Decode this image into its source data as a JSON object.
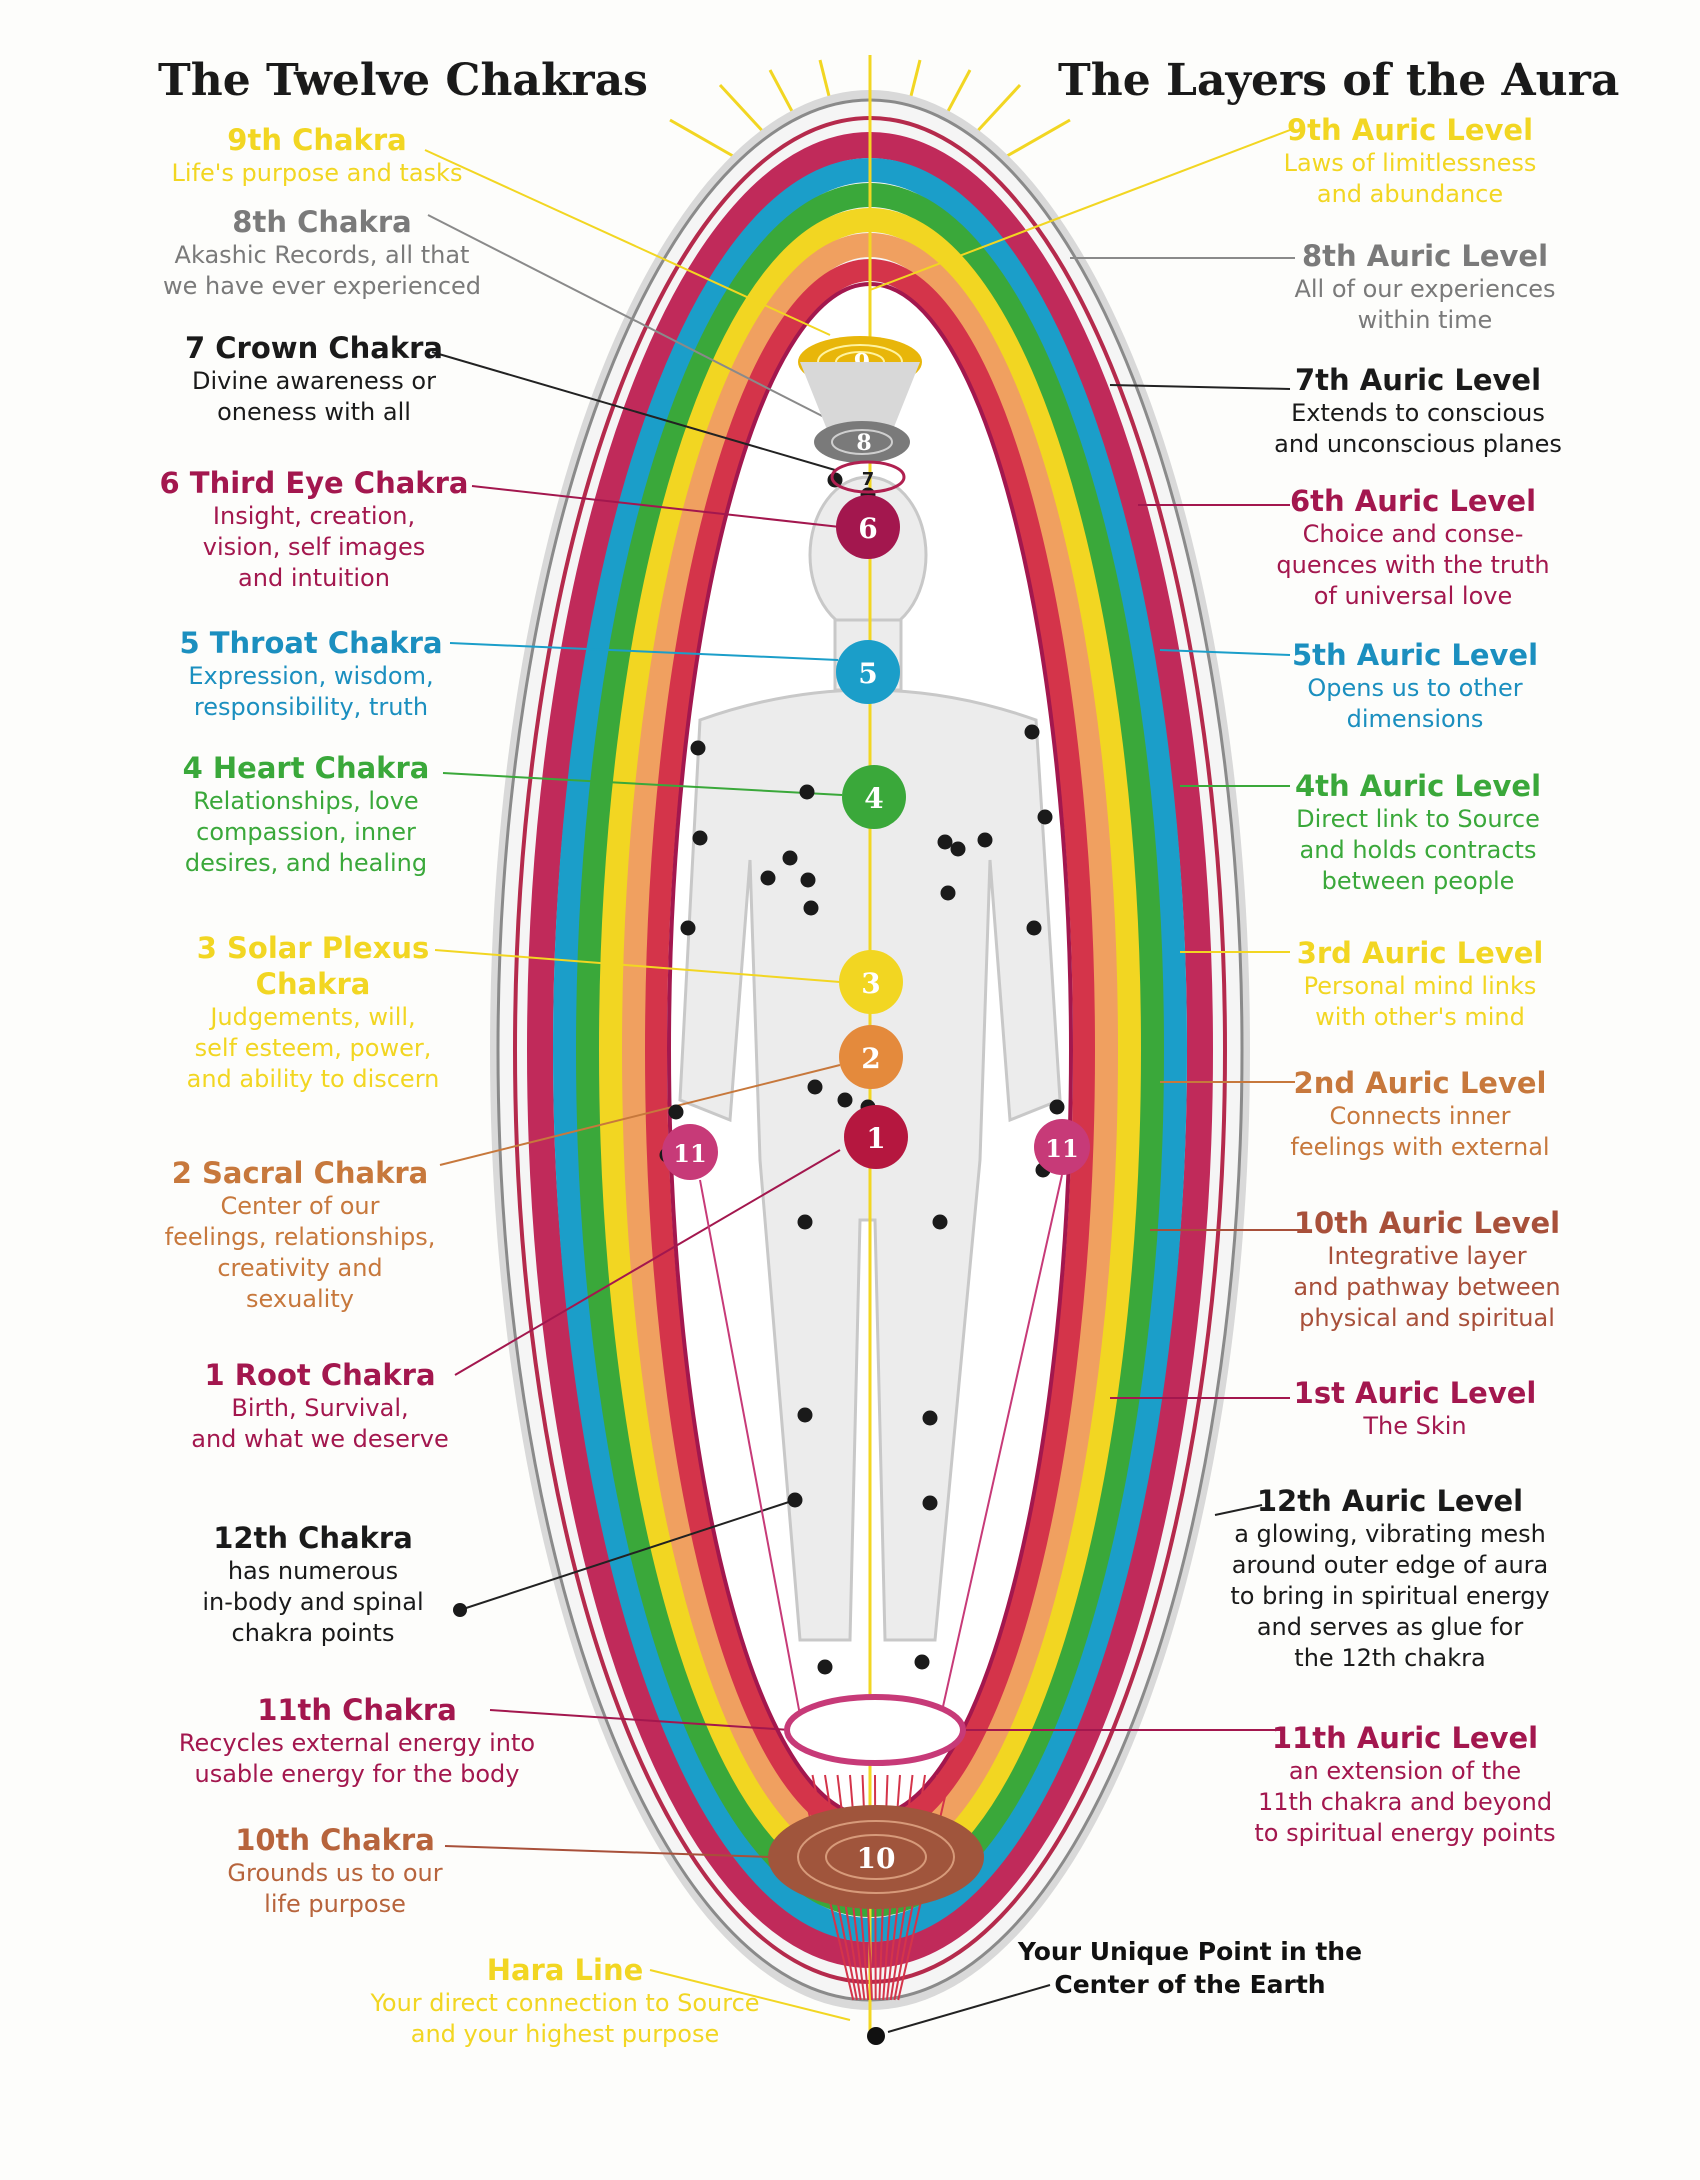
{
  "titles": {
    "left": "The Twelve Chakras",
    "right": "The Layers of the Aura"
  },
  "colors": {
    "yellow": "#f2d622",
    "gray": "#8a8a8a",
    "black": "#222222",
    "magenta": "#a3174e",
    "blue": "#1b9ec9",
    "green": "#3aa83a",
    "orange": "#e48a3c",
    "tan": "#c7783c",
    "brown": "#a8503a",
    "pink": "#c73a78",
    "red": "#d4344a"
  },
  "chakras": [
    {
      "heading": "9th Chakra",
      "lines": [
        "Life's purpose and tasks"
      ],
      "color": "#f2d622"
    },
    {
      "heading": "8th Chakra",
      "lines": [
        "Akashic Records, all that",
        "we have ever experienced"
      ],
      "color": "#7a7a7a"
    },
    {
      "heading": "7 Crown Chakra",
      "lines": [
        "Divine awareness or",
        "oneness with all"
      ],
      "color": "#1a1a1a"
    },
    {
      "heading": "6 Third Eye Chakra",
      "lines": [
        "Insight, creation,",
        "vision, self images",
        "and intuition"
      ],
      "color": "#a3174e"
    },
    {
      "heading": "5 Throat Chakra",
      "lines": [
        "Expression, wisdom,",
        "responsibility, truth"
      ],
      "color": "#1b8fbf"
    },
    {
      "heading": "4 Heart Chakra",
      "lines": [
        "Relationships, love",
        "compassion, inner",
        "desires, and healing"
      ],
      "color": "#3aa83a"
    },
    {
      "heading": "3 Solar Plexus Chakra",
      "lines": [
        "Judgements, will,",
        "self esteem, power,",
        "and ability to discern"
      ],
      "color": "#f2d622"
    },
    {
      "heading": "2 Sacral Chakra",
      "lines": [
        "Center of our",
        "feelings, relationships,",
        "creativity and",
        "sexuality"
      ],
      "color": "#c7783c"
    },
    {
      "heading": "1 Root Chakra",
      "lines": [
        "Birth, Survival,",
        "and what we deserve"
      ],
      "color": "#a3174e"
    },
    {
      "heading": "12th Chakra",
      "lines": [
        "has numerous",
        "in-body and spinal",
        "chakra points"
      ],
      "color": "#1a1a1a"
    },
    {
      "heading": "11th Chakra",
      "lines": [
        "Recycles external energy into",
        "usable energy for the body"
      ],
      "color": "#a3174e"
    },
    {
      "heading": "10th Chakra",
      "lines": [
        "Grounds us to  our",
        "life purpose"
      ],
      "color": "#b7643c"
    },
    {
      "heading": "Hara Line",
      "lines": [
        "Your direct connection to Source",
        "and your highest purpose"
      ],
      "color": "#f2d622"
    }
  ],
  "auric_levels": [
    {
      "heading": "9th Auric Level",
      "lines": [
        "Laws of limitlessness",
        "and abundance"
      ],
      "color": "#f2d622"
    },
    {
      "heading": "8th Auric Level",
      "lines": [
        "All of our experiences",
        "within time"
      ],
      "color": "#7a7a7a"
    },
    {
      "heading": "7th Auric Level",
      "lines": [
        "Extends to conscious",
        "and unconscious planes"
      ],
      "color": "#1a1a1a"
    },
    {
      "heading": "6th Auric Level",
      "lines": [
        "Choice and conse-",
        "quences with the truth",
        "of universal love"
      ],
      "color": "#a3174e"
    },
    {
      "heading": "5th Auric Level",
      "lines": [
        "Opens us to other",
        "dimensions"
      ],
      "color": "#1b8fbf"
    },
    {
      "heading": "4th Auric Level",
      "lines": [
        "Direct link to Source",
        "and holds contracts",
        "between people"
      ],
      "color": "#3aa83a"
    },
    {
      "heading": "3rd Auric Level",
      "lines": [
        "Personal mind links",
        "with other's mind"
      ],
      "color": "#f2d622"
    },
    {
      "heading": "2nd Auric Level",
      "lines": [
        "Connects inner",
        "feelings with external"
      ],
      "color": "#c7783c"
    },
    {
      "heading": "10th Auric Level",
      "lines": [
        "Integrative layer",
        "and pathway between",
        "physical and spiritual"
      ],
      "color": "#a8503a"
    },
    {
      "heading": "1st Auric Level",
      "lines": [
        "The Skin"
      ],
      "color": "#a3174e"
    },
    {
      "heading": "12th Auric Level",
      "lines": [
        "a glowing, vibrating mesh",
        "around outer edge of aura",
        "to bring in spiritual energy",
        "and serves as glue for",
        "the 12th chakra"
      ],
      "color": "#1a1a1a"
    },
    {
      "heading": "11th Auric Level",
      "lines": [
        "an extension of the",
        "11th chakra and beyond",
        "to spiritual energy points"
      ],
      "color": "#a3174e"
    }
  ],
  "earth_point": {
    "lines": [
      "Your Unique Point in the",
      "Center of the Earth"
    ]
  },
  "chakra_numbers": [
    "9",
    "8",
    "7",
    "6",
    "5",
    "4",
    "3",
    "2",
    "1",
    "11",
    "10"
  ]
}
